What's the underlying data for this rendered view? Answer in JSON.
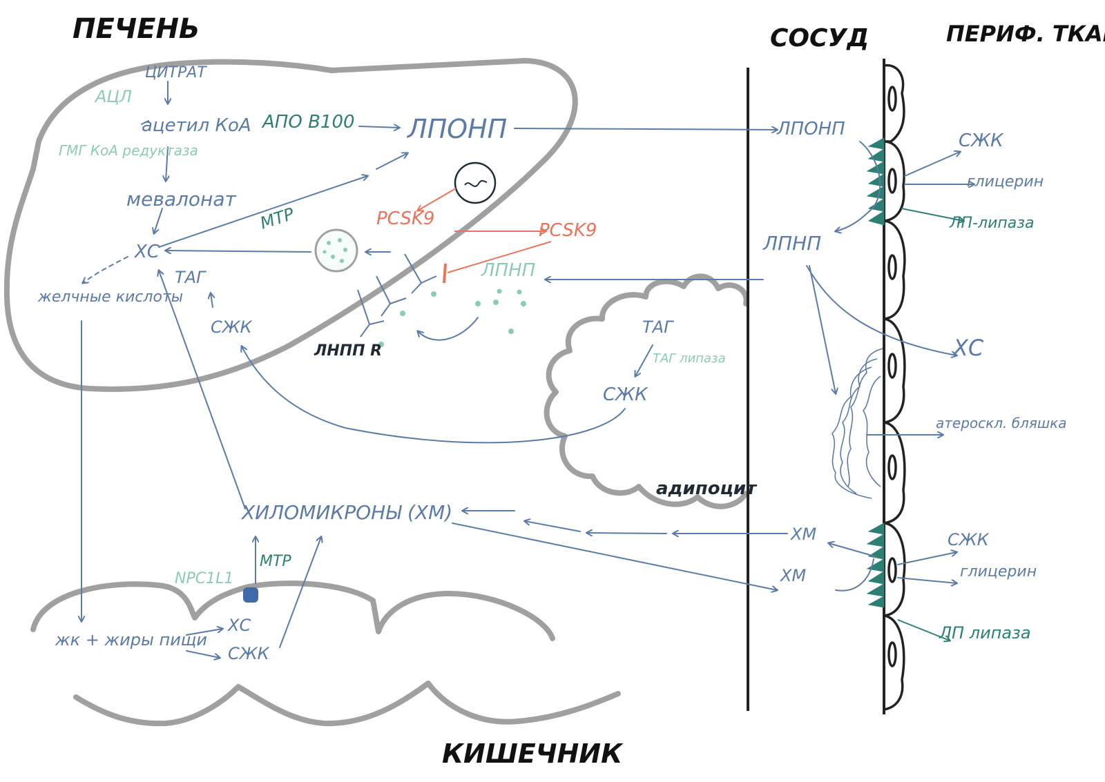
{
  "regions": {
    "liver": "ПЕЧЕНЬ",
    "vessel": "СОСУД",
    "tissue": "ПЕРИФ. ТКАНИ",
    "intestine": "КИШЕЧНИК",
    "adipocyte": "адипоцит"
  },
  "liver": {
    "citrate": "ЦИТРАТ",
    "acl": "АЦЛ",
    "acetyl_coa": "ацетил КоА",
    "hmg_coa": "ГМГ КоА редуктаза",
    "mevalonate": "мевалонат",
    "cholesterol": "ХС",
    "bile_acids": "желчные кислоты",
    "tag": "ТАГ",
    "ffa": "СЖК",
    "mtp": "МТР",
    "apo_b100": "АПО В100",
    "vldl": "ЛПОНП",
    "pcsk9_inner": "PCSK9",
    "pcsk9_outer": "PCSK9",
    "ldl": "ЛПНП",
    "ldl_receptor": "ЛНПП R"
  },
  "intestine": {
    "bile_plus_fat": "жк + жиры пищи",
    "cholesterol": "ХС",
    "ffa": "СЖК",
    "npc1l1": "NPC1L1",
    "mtp": "МТР",
    "chylomicrons": "ХИЛОМИКРОНЫ (ХМ)"
  },
  "adipose": {
    "tag": "ТАГ",
    "tag_lipase": "ТАГ липаза",
    "ffa": "СЖК"
  },
  "vessel": {
    "vldl": "ЛПОНП",
    "ldl": "ЛПНП",
    "hm_top": "ХМ",
    "hm_bottom": "ХМ"
  },
  "tissue": {
    "ffa_top": "СЖК",
    "glycerol_top": "глицерин",
    "lp_lipase_top": "ЛП-липаза",
    "cholesterol": "ХС",
    "plaque": "атероскл. бляшка",
    "ffa_bottom": "СЖК",
    "glycerol_bottom": "глицерин",
    "lp_lipase_bottom": "ЛП липаза"
  },
  "colors": {
    "blue": "#5b7ba6",
    "teal": "#2d7f73",
    "mint": "#8ccab8",
    "red": "#e9735b",
    "outline": "#a0a0a0"
  },
  "icons": [
    "hormone-circle-icon",
    "vesicle-icon",
    "receptor-icon",
    "lipase-enzyme-icon",
    "blocker-icon"
  ]
}
